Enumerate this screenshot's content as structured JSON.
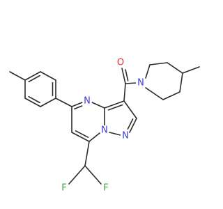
{
  "molecule": {
    "colors": {
      "bond": "#2b2b2b",
      "N": "#3a3ad6",
      "O": "#e8292b",
      "F": "#35a835",
      "background": "#ffffff"
    },
    "atom_labels": {
      "n_ring": "N",
      "n_bridge": "N",
      "n_pyrazole": "N",
      "n_piperidine": "N",
      "o_carbonyl": "O",
      "f_left": "F",
      "f_right": "F"
    }
  }
}
